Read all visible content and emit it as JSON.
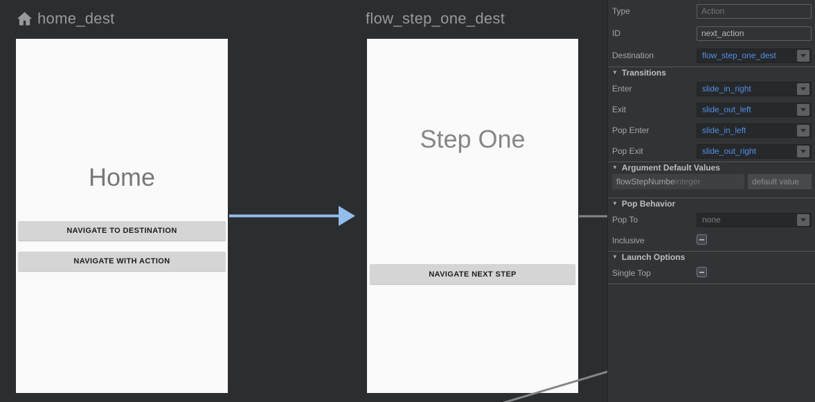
{
  "colors": {
    "accent_blue": "#5390e8",
    "arrow_blue": "#93bdea",
    "edge_gray": "#85878a"
  },
  "icons": {
    "collapse_triangle": "▼"
  },
  "canvas": {
    "home": {
      "title": "home_dest",
      "screen_title": "Home",
      "button1": "NAVIGATE TO DESTINATION",
      "button2": "NAVIGATE WITH ACTION"
    },
    "step_one": {
      "title": "flow_step_one_dest",
      "screen_title": "Step One",
      "button1": "NAVIGATE NEXT STEP"
    }
  },
  "inspector": {
    "type": {
      "label": "Type",
      "placeholder": "Action"
    },
    "id": {
      "label": "ID",
      "value": "next_action"
    },
    "destination": {
      "label": "Destination",
      "value": "flow_step_one_dest"
    },
    "transitions": {
      "header": "Transitions",
      "enter": {
        "label": "Enter",
        "value": "slide_in_right"
      },
      "exit": {
        "label": "Exit",
        "value": "slide_out_left"
      },
      "pop_enter": {
        "label": "Pop Enter",
        "value": "slide_in_left"
      },
      "pop_exit": {
        "label": "Pop Exit",
        "value": "slide_out_right"
      }
    },
    "argument_defaults": {
      "header": "Argument Default Values",
      "arg_name": "flowStepNumbe",
      "arg_type": "integer",
      "arg_placeholder": "default value"
    },
    "pop_behavior": {
      "header": "Pop Behavior",
      "pop_to": {
        "label": "Pop To",
        "value": "none"
      },
      "inclusive": {
        "label": "Inclusive"
      }
    },
    "launch_options": {
      "header": "Launch Options",
      "single_top": {
        "label": "Single Top"
      }
    }
  }
}
